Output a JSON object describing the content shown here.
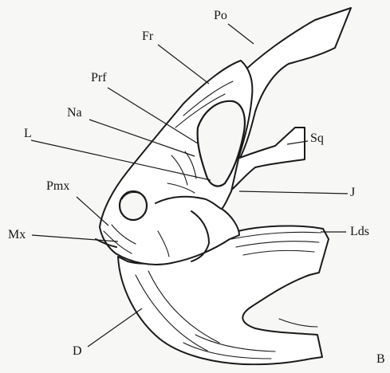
{
  "figure": {
    "panel_label": "B",
    "labels": {
      "po": "Po",
      "fr": "Fr",
      "prf": "Prf",
      "na": "Na",
      "l": "L",
      "pmx": "Pmx",
      "mx": "Mx",
      "sq": "Sq",
      "j": "J",
      "lds": "Lds",
      "d": "D"
    }
  }
}
